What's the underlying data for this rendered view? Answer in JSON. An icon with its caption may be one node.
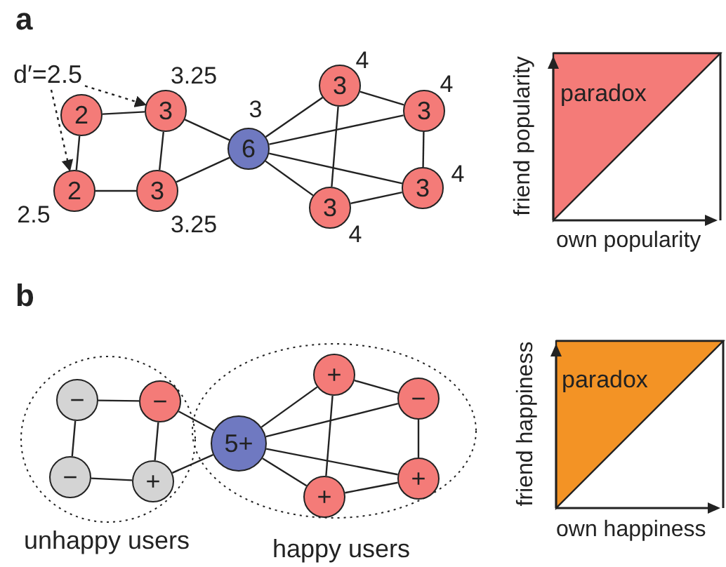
{
  "diagram": {
    "nodes": [
      {
        "text": [
          "d′=2.5"
        ]
      },
      {
        "text": [
          "2"
        ]
      },
      {
        "text": [
          "3"
        ],
        "beside": [
          "3.25"
        ]
      },
      {
        "text": [
          "2"
        ],
        "beside": [
          "2.5"
        ]
      },
      {
        "text": [
          "3"
        ],
        "beside": [
          "3.25"
        ]
      },
      {
        "text": [
          "6"
        ],
        "beside": [
          "3"
        ]
      },
      {
        "text": [
          "3"
        ],
        "beside": [
          "4"
        ]
      },
      {
        "text": [
          "3"
        ],
        "beside": [
          "4"
        ]
      },
      {
        "text": [
          "3"
        ],
        "beside": [
          "4"
        ]
      },
      {
        "text": [
          "3"
        ],
        "beside": [
          "4"
        ]
      },
      {
        "text": [
          "unhappy users"
        ]
      },
      {
        "text": [
          "−"
        ],
        "in": 10
      },
      {
        "text": [
          "−"
        ],
        "in": 10
      },
      {
        "text": [
          "−"
        ],
        "in": 10
      },
      {
        "text": [
          "+"
        ],
        "in": 10
      },
      {
        "text": [
          "happy users"
        ]
      },
      {
        "text": [
          "5+"
        ],
        "in": 15
      },
      {
        "text": [
          "+"
        ],
        "in": 15
      },
      {
        "text": [
          "−"
        ],
        "in": 15
      },
      {
        "text": [
          "+"
        ],
        "in": 15
      },
      {
        "text": [
          "+"
        ],
        "in": 15
      }
    ],
    "edges": [
      {
        "from": 0,
        "to": 2,
        "arrow": "to",
        "style": "dashed"
      },
      {
        "from": 0,
        "to": 3,
        "arrow": "to",
        "style": "dashed"
      },
      {
        "from": 1,
        "to": 2,
        "arrow": "none"
      },
      {
        "from": 1,
        "to": 3,
        "arrow": "none"
      },
      {
        "from": 2,
        "to": 4,
        "arrow": "none"
      },
      {
        "from": 3,
        "to": 4,
        "arrow": "none"
      },
      {
        "from": 2,
        "to": 5,
        "arrow": "none"
      },
      {
        "from": 4,
        "to": 5,
        "arrow": "none"
      },
      {
        "from": 5,
        "to": 6,
        "arrow": "none"
      },
      {
        "from": 5,
        "to": 7,
        "arrow": "none"
      },
      {
        "from": 5,
        "to": 8,
        "arrow": "none"
      },
      {
        "from": 5,
        "to": 9,
        "arrow": "none"
      },
      {
        "from": 6,
        "to": 7,
        "arrow": "none"
      },
      {
        "from": 6,
        "to": 8,
        "arrow": "none"
      },
      {
        "from": 7,
        "to": 9,
        "arrow": "none"
      },
      {
        "from": 8,
        "to": 9,
        "arrow": "none"
      },
      {
        "from": 11,
        "to": 12,
        "arrow": "none"
      },
      {
        "from": 11,
        "to": 13,
        "arrow": "none"
      },
      {
        "from": 12,
        "to": 14,
        "arrow": "none"
      },
      {
        "from": 13,
        "to": 14,
        "arrow": "none"
      },
      {
        "from": 12,
        "to": 16,
        "arrow": "none"
      },
      {
        "from": 14,
        "to": 16,
        "arrow": "none"
      },
      {
        "from": 16,
        "to": 17,
        "arrow": "none"
      },
      {
        "from": 16,
        "to": 18,
        "arrow": "none"
      },
      {
        "from": 16,
        "to": 19,
        "arrow": "none"
      },
      {
        "from": 16,
        "to": 20,
        "arrow": "none"
      },
      {
        "from": 17,
        "to": 18,
        "arrow": "none"
      },
      {
        "from": 17,
        "to": 19,
        "arrow": "none"
      },
      {
        "from": 18,
        "to": 20,
        "arrow": "none"
      },
      {
        "from": 19,
        "to": 20,
        "arrow": "none"
      }
    ],
    "labels": [
      "a",
      "paradox",
      "friend popularity",
      "own popularity",
      "b",
      "paradox",
      "friend happiness",
      "own happiness"
    ]
  }
}
